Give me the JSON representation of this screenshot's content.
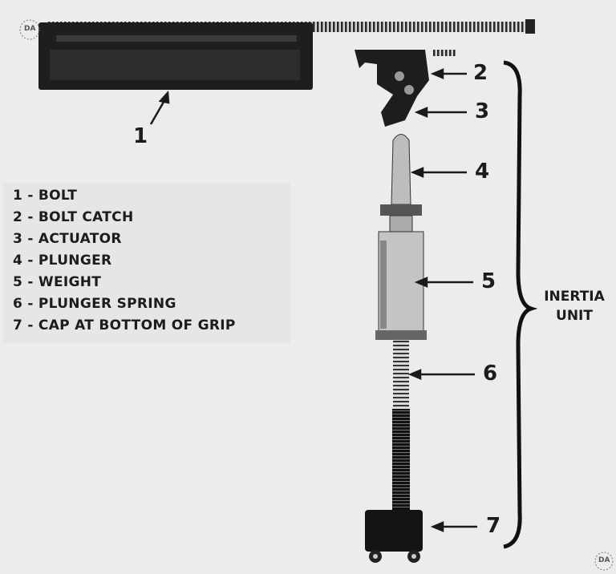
{
  "legend": [
    "1 - BOLT",
    "2 - BOLT CATCH",
    "3 - ACTUATOR",
    "4 - PLUNGER",
    "5 - WEIGHT",
    "6 - PLUNGER SPRING",
    "7 - CAP AT BOTTOM OF GRIP"
  ],
  "callouts": [
    "1",
    "2",
    "3",
    "4",
    "5",
    "6",
    "7"
  ],
  "group_label": {
    "line1": "INERTIA",
    "line2": "UNIT"
  },
  "watermark": "DA"
}
